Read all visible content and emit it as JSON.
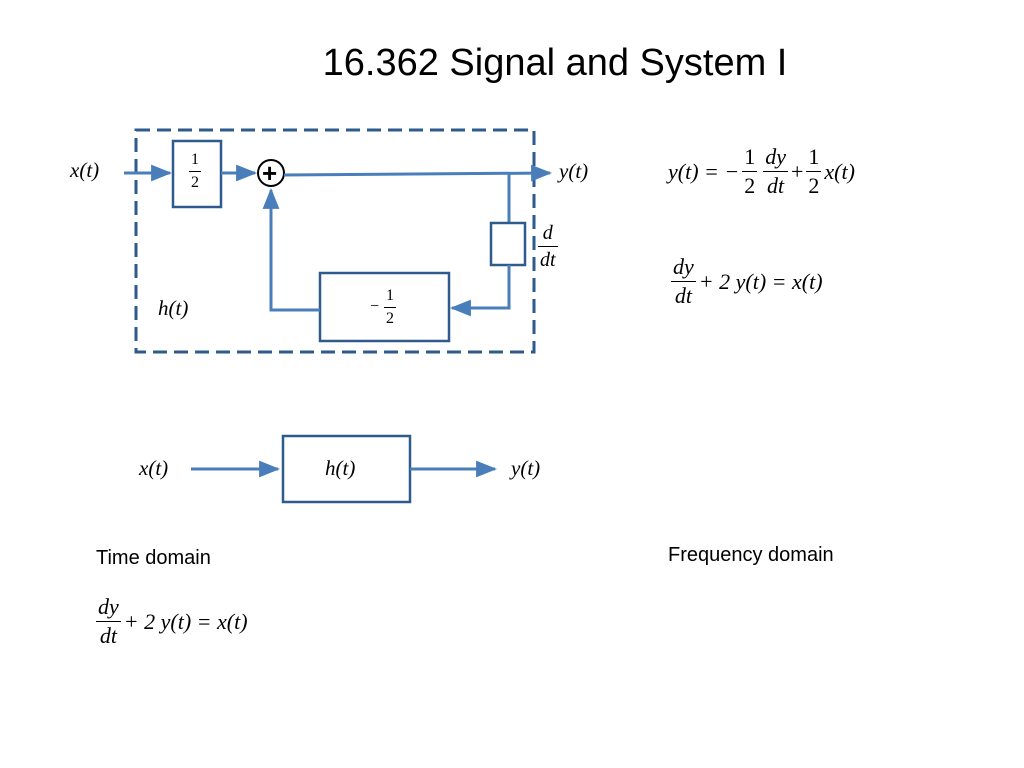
{
  "title": "16.362 Signal and System I",
  "block_diagram": {
    "input_label": "x(t)",
    "output_label": "y(t)",
    "system_label": "h(t)",
    "gain_block": {
      "num": "1",
      "den": "2"
    },
    "summer_symbol": "+",
    "feedback_gain": {
      "sign": "−",
      "num": "1",
      "den": "2"
    },
    "derivative_label": {
      "num": "d",
      "den": "dt"
    },
    "colors": {
      "wire": "#4a7ebb",
      "box": "#2e5a8c",
      "dashed": "#2e5a8c"
    }
  },
  "simple_diagram": {
    "input_label": "x(t)",
    "system_label": "h(t)",
    "output_label": "y(t)"
  },
  "equations": {
    "eq1": {
      "lhs": "y(t) = −",
      "f1_num": "1",
      "f1_den": "2",
      "f2_num": "dy",
      "f2_den": "dt",
      "mid": "+",
      "f3_num": "1",
      "f3_den": "2",
      "rhs": "x(t)"
    },
    "eq2": {
      "f_num": "dy",
      "f_den": "dt",
      "rest": "+ 2 y(t) = x(t)"
    },
    "eq3": {
      "f_num": "dy",
      "f_den": "dt",
      "rest": "+ 2 y(t) = x(t)"
    }
  },
  "labels": {
    "time_domain": "Time domain",
    "frequency_domain": "Frequency domain"
  }
}
